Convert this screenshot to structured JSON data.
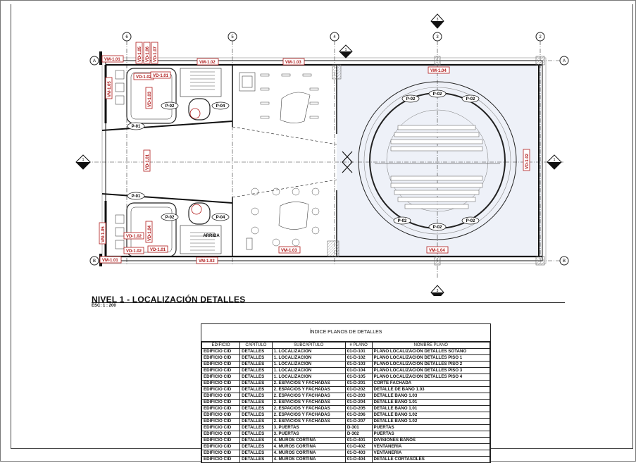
{
  "drawing": {
    "title": "NIVEL 1 - LOCALIZACIÓN DETALLES",
    "scale": "ESC: 1 : 200"
  },
  "grid": {
    "columns": [
      "6",
      "5",
      "4",
      "3",
      "2"
    ],
    "rows": [
      "A",
      "B"
    ]
  },
  "tags": {
    "vm_101": "VM-1.01",
    "vm_102": "VM-1.02",
    "vm_103": "VM-1.03",
    "vm_104": "VM-1.04",
    "vm_105": "VM-1.05",
    "vd_101": "VD-1.01",
    "vd_102": "VD-1.02",
    "vd_103": "VD-1.03",
    "vd_104": "VD-1.04",
    "vd_105": "VD-1.05",
    "vd_106": "VD-1.06",
    "vd_107": "VD-1.07",
    "p01": "P-01",
    "p02": "P-02",
    "p04": "P-04",
    "arriba": "ARRIBA",
    "sec_1": "1",
    "sec_2": "2",
    "sec_3": "3"
  },
  "index_table": {
    "title": "ÍNDICE PLANOS DE DETALLES",
    "headers": [
      "EDIFICIO",
      "CAPITULO",
      "SUBCAPITULO",
      "# PLANO",
      "NOMBRE PLANO"
    ],
    "rows": [
      [
        "EDIFICIO CID",
        "DETALLES",
        "1. LOCALIZACIÓN",
        "01-D-101",
        "PLANO LOCALIZACIÓN DETALLES SÓTANO"
      ],
      [
        "EDIFICIO CID",
        "DETALLES",
        "1. LOCALIZACIÓN",
        "01-D-102",
        "PLANO LOCALIZACIÓN DETALLES PISO 1"
      ],
      [
        "EDIFICIO CID",
        "DETALLES",
        "1. LOCALIZACIÓN",
        "01-D-103",
        "PLANO LOCALIZACIÓN DETALLES PISO 2"
      ],
      [
        "EDIFICIO CID",
        "DETALLES",
        "1. LOCALIZACIÓN",
        "01-D-104",
        "PLANO LOCALIZACIÓN DETALLES PISO 3"
      ],
      [
        "EDIFICIO CID",
        "DETALLES",
        "1. LOCALIZACIÓN",
        "01-D-105",
        "PLANO LOCALIZACIÓN DETALLES PISO 4"
      ],
      [
        "EDIFICIO CID",
        "DETALLES",
        "2. ESPACIOS Y FACHADAS",
        "01-D-201",
        "CORTE FACHADA"
      ],
      [
        "EDIFICIO CID",
        "DETALLES",
        "2. ESPACIOS Y FACHADAS",
        "01-D-202",
        "DETALLE DE BAÑO 1.03"
      ],
      [
        "EDIFICIO CID",
        "DETALLES",
        "2. ESPACIOS Y FACHADAS",
        "01-D-203",
        "DETALLE BAÑO 1.03"
      ],
      [
        "EDIFICIO CID",
        "DETALLES",
        "2. ESPACIOS Y FACHADAS",
        "01-D-204",
        "DETALLE BAÑO 1.01"
      ],
      [
        "EDIFICIO CID",
        "DETALLES",
        "2. ESPACIOS Y FACHADAS",
        "01-D-205",
        "DETALLE BAÑO 1.01"
      ],
      [
        "EDIFICIO CID",
        "DETALLES",
        "2. ESPACIOS Y FACHADAS",
        "01-D-206",
        "DETALLE BAÑO 1.02"
      ],
      [
        "EDIFICIO CID",
        "DETALLES",
        "2. ESPACIOS Y FACHADAS",
        "01-D-207",
        "DETALLE BAÑO 1.02"
      ],
      [
        "EDIFICIO CID",
        "DETALLES",
        "3. PUERTAS",
        "D-301",
        "PUERTAS"
      ],
      [
        "EDIFICIO CID",
        "DETALLES",
        "3. PUERTAS",
        "D-302",
        "PUERTAS"
      ],
      [
        "EDIFICIO CID",
        "DETALLES",
        "4. MUROS CORTINA",
        "01-D-401",
        "DIVISIONES BAÑOS"
      ],
      [
        "EDIFICIO CID",
        "DETALLES",
        "4. MUROS CORTINA",
        "01-D-402",
        "VENTANERÍA"
      ],
      [
        "EDIFICIO CID",
        "DETALLES",
        "4. MUROS CORTINA",
        "01-D-403",
        "VENTANERÍA"
      ],
      [
        "EDIFICIO CID",
        "DETALLES",
        "4. MUROS CORTINA",
        "01-D-404",
        "DETALLE CORTASOLES"
      ]
    ]
  },
  "colors": {
    "tag_red": "#b01a1a",
    "line": "#222222",
    "fill_light": "#eef1f8"
  }
}
